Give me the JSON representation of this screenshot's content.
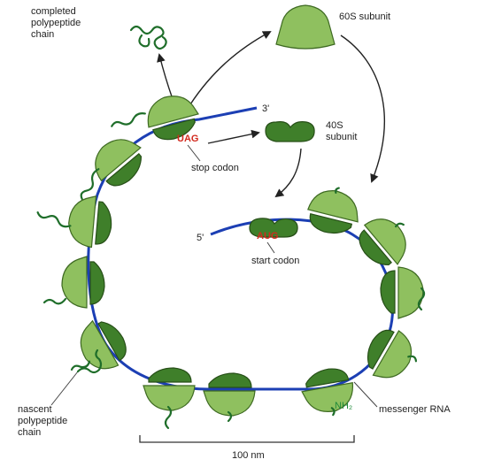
{
  "labels": {
    "completed_chain": [
      "completed",
      "polypeptide",
      "chain"
    ],
    "subunit_60s": "60S subunit",
    "subunit_40s": [
      "40S",
      "subunit"
    ],
    "three_prime": "3'",
    "five_prime": "5'",
    "stop_codon_seq": "UAG",
    "stop_codon": "stop codon",
    "start_codon_seq": "AUG",
    "start_codon": "start codon",
    "nascent_chain": [
      "nascent",
      "polypeptide",
      "chain"
    ],
    "messenger_rna": "messenger RNA",
    "nh2": "NH₂",
    "scale": "100 nm"
  },
  "colors": {
    "mrna": "#1c3fb4",
    "ribosome_large": "#8fc05f",
    "ribosome_small": "#3f7f2a",
    "polypeptide": "#1f6e2a",
    "codon": "#d22a1e",
    "nh2": "#1f8a3a"
  }
}
